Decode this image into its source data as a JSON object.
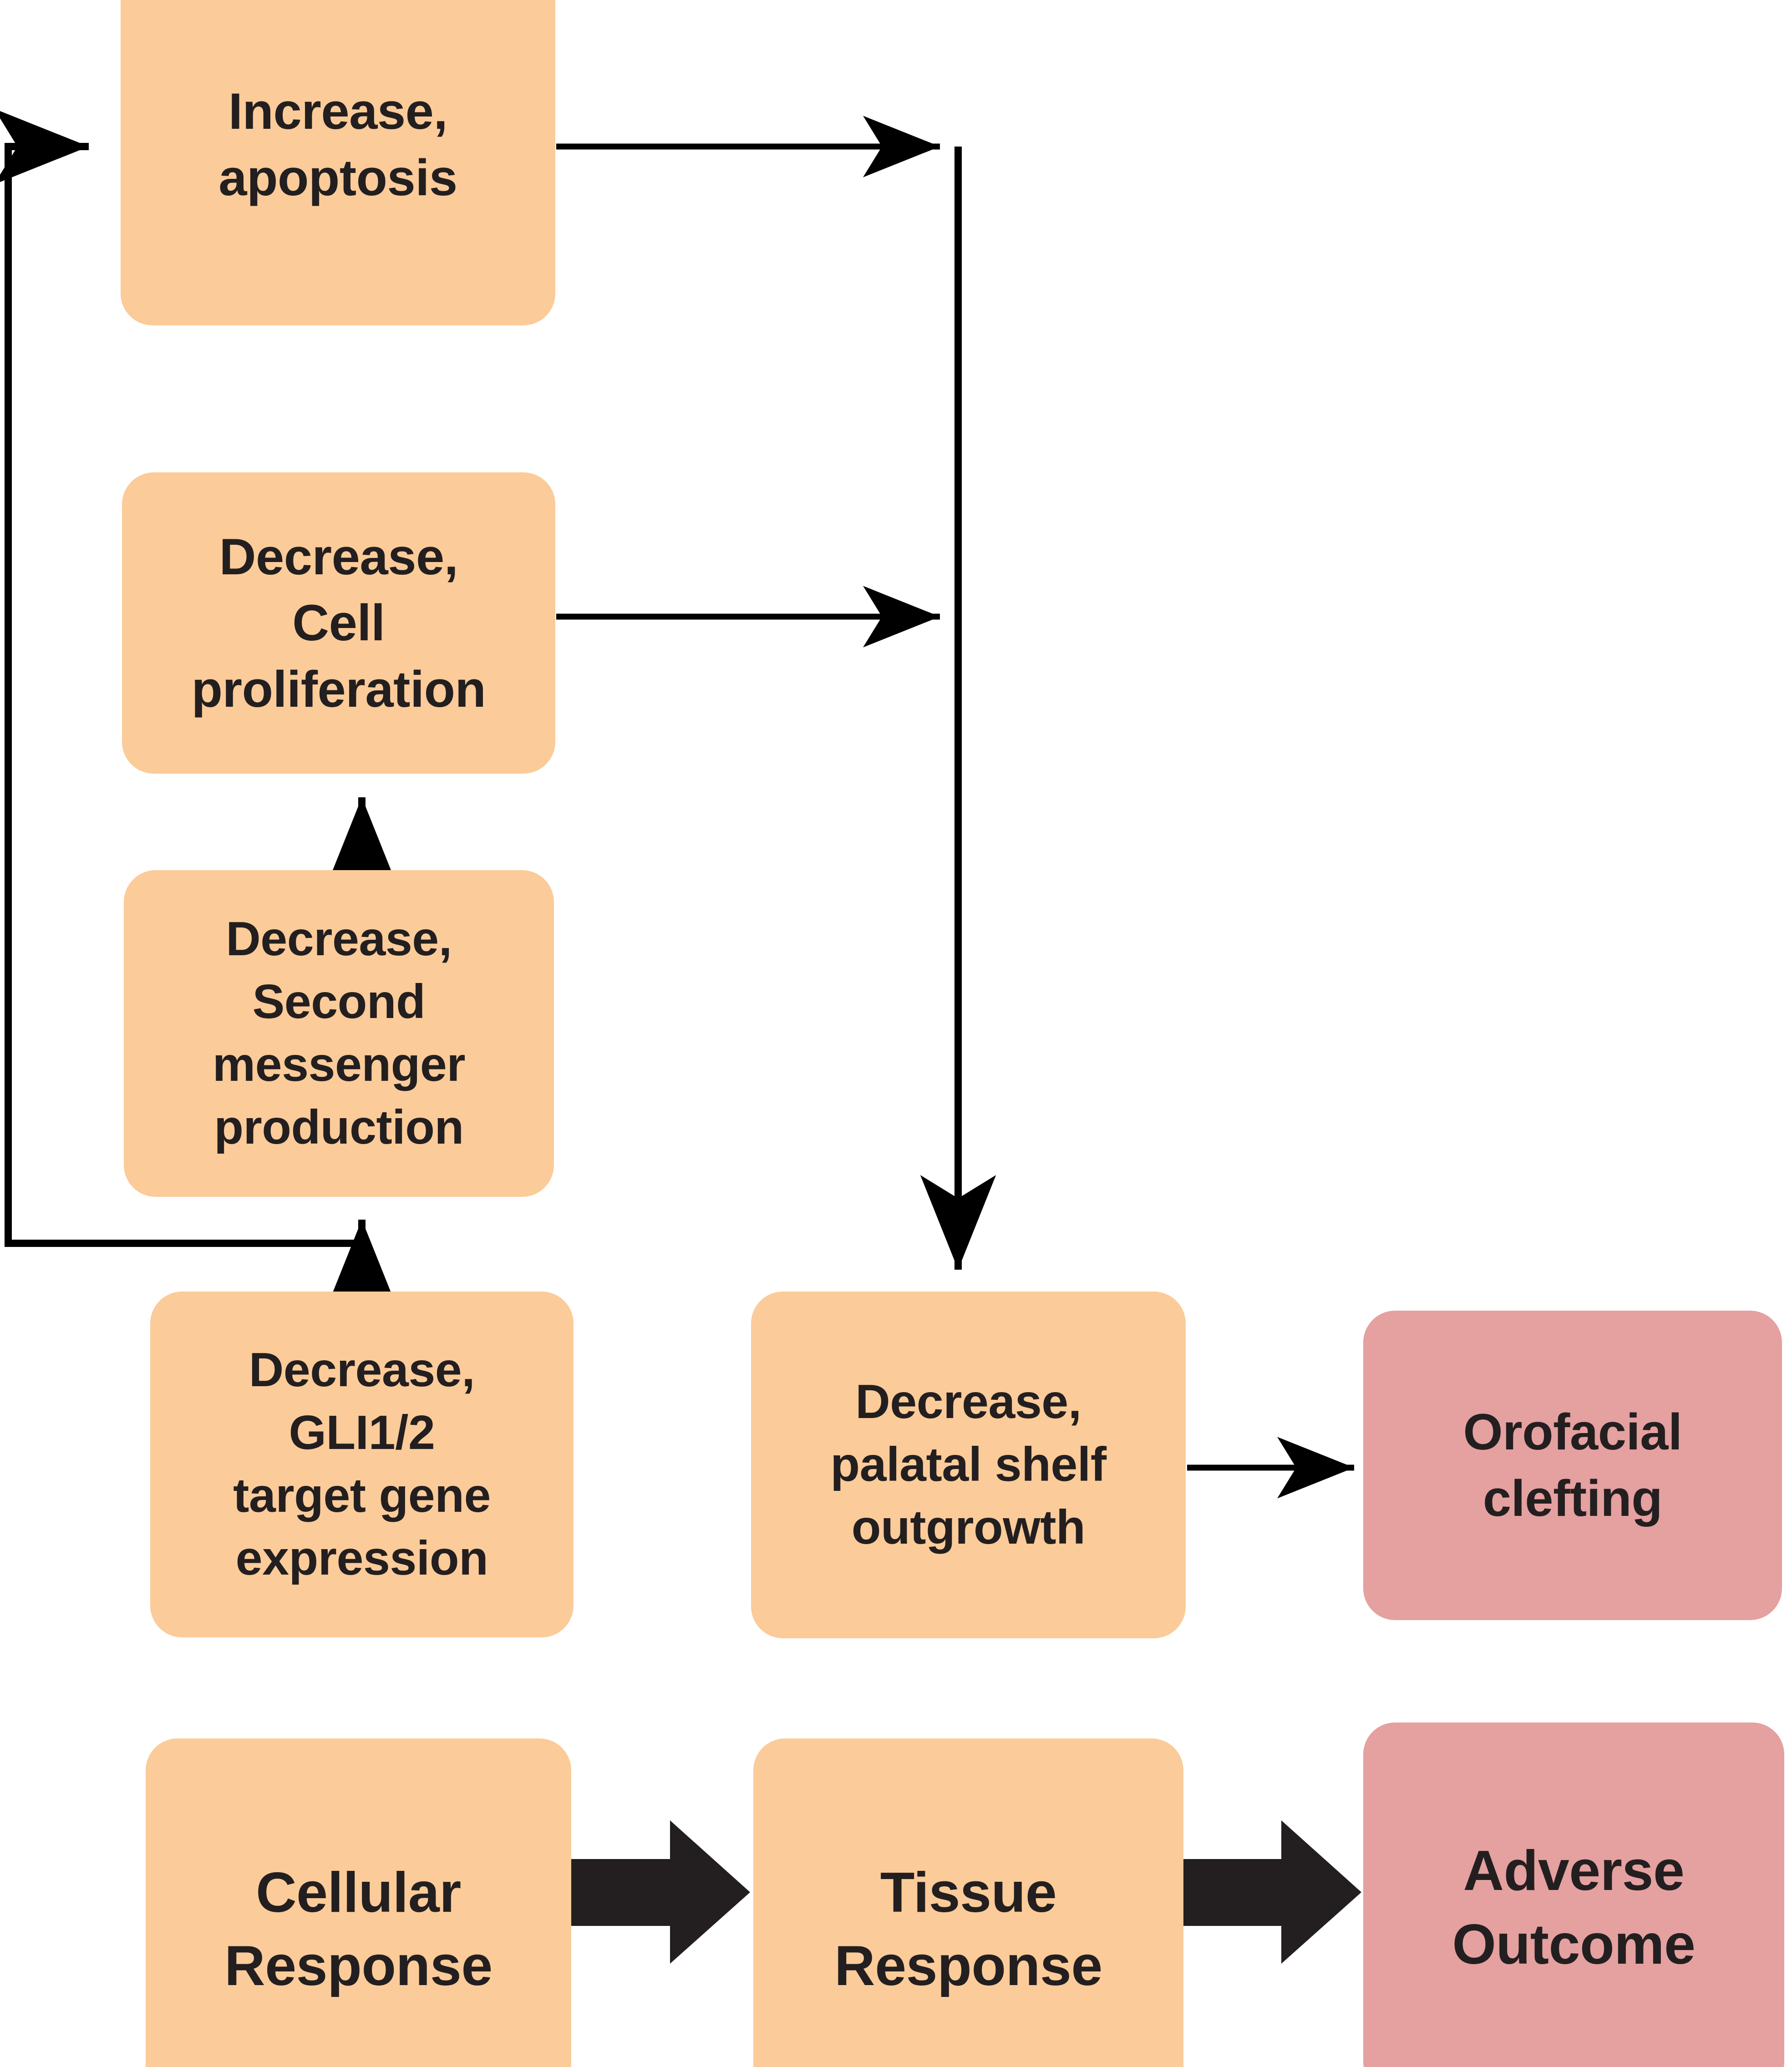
{
  "diagram": {
    "title_visible": false,
    "colors": {
      "cellular_tissue_fill": "#fbcb99",
      "adverse_outcome_fill": "#e5a0a0",
      "text": "#231f20",
      "connector": "#000000",
      "background": "#ffffff"
    },
    "nodes": [
      {
        "id": "increase-apoptosis",
        "label": "Increase,\napoptosis",
        "type": "cellular-response"
      },
      {
        "id": "decrease-cell-proliferation",
        "label": "Decrease,\n Cell\nproliferation",
        "type": "cellular-response"
      },
      {
        "id": "decrease-second-messenger",
        "label": "Decrease,\nSecond\nmessenger\nproduction",
        "type": "cellular-response"
      },
      {
        "id": "decrease-gli-target-gene",
        "label": "Decrease,\nGLI1/2\ntarget gene\nexpression",
        "type": "cellular-response"
      },
      {
        "id": "decrease-palatal-shelf",
        "label": "Decrease,\npalatal shelf\noutgrowth",
        "type": "tissue-response"
      },
      {
        "id": "orofacial-clefting",
        "label": "Orofacial\nclefting",
        "type": "adverse-outcome"
      }
    ],
    "legend": [
      {
        "id": "cellular-response",
        "label": "Cellular\nResponse",
        "type": "cellular-response"
      },
      {
        "id": "tissue-response",
        "label": "Tissue\nResponse",
        "type": "tissue-response"
      },
      {
        "id": "adverse-outcome",
        "label": "Adverse\nOutcome",
        "type": "adverse-outcome"
      }
    ],
    "edges": [
      {
        "from": "decrease-gli-target-gene",
        "to": "decrease-second-messenger"
      },
      {
        "from": "decrease-second-messenger",
        "to": "decrease-cell-proliferation"
      },
      {
        "from": "decrease-gli-target-gene",
        "to": "increase-apoptosis"
      },
      {
        "from": "increase-apoptosis",
        "to": "decrease-palatal-shelf"
      },
      {
        "from": "decrease-cell-proliferation",
        "to": "decrease-palatal-shelf"
      },
      {
        "from": "decrease-palatal-shelf",
        "to": "orofacial-clefting"
      },
      {
        "from": "cellular-response",
        "to": "tissue-response"
      },
      {
        "from": "tissue-response",
        "to": "adverse-outcome"
      }
    ]
  }
}
